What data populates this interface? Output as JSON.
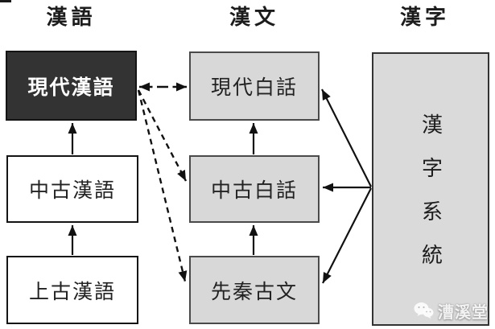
{
  "diagram": {
    "column_headers": {
      "left": {
        "label": "漢語"
      },
      "middle": {
        "label": "漢文"
      },
      "right": {
        "label": "漢字"
      }
    },
    "nodes": {
      "modern_chinese": {
        "label": "現代漢語"
      },
      "middle_chinese": {
        "label": "中古漢語"
      },
      "old_chinese": {
        "label": "上古漢語"
      },
      "modern_vernacular": {
        "label": "現代白話"
      },
      "middle_vernacular": {
        "label": "中古白話"
      },
      "preqin_classical": {
        "label": "先秦古文"
      },
      "character_system": {
        "label": "漢字系統"
      }
    },
    "edges": [
      {
        "from": "old_chinese",
        "to": "middle_chinese",
        "style": "solid",
        "heads": "end"
      },
      {
        "from": "middle_chinese",
        "to": "modern_chinese",
        "style": "solid",
        "heads": "end"
      },
      {
        "from": "preqin_classical",
        "to": "middle_vernacular",
        "style": "solid",
        "heads": "end"
      },
      {
        "from": "middle_vernacular",
        "to": "modern_vernacular",
        "style": "solid",
        "heads": "end"
      },
      {
        "from": "character_system",
        "to": "modern_vernacular",
        "style": "solid",
        "heads": "end"
      },
      {
        "from": "character_system",
        "to": "middle_vernacular",
        "style": "solid",
        "heads": "end"
      },
      {
        "from": "character_system",
        "to": "preqin_classical",
        "style": "solid",
        "heads": "end"
      },
      {
        "from": "modern_chinese",
        "to": "modern_vernacular",
        "style": "dashed",
        "heads": "both"
      },
      {
        "from": "modern_chinese",
        "to": "middle_vernacular",
        "style": "dashed",
        "heads": "end"
      },
      {
        "from": "modern_chinese",
        "to": "preqin_classical",
        "style": "dashed",
        "heads": "end"
      }
    ],
    "colors": {
      "highlight_node_bg": "#333333",
      "highlight_node_text": "#ffffff",
      "gray_node_bg": "#d8d8d8",
      "white_node_bg": "#ffffff",
      "border": "#141414",
      "arrow": "#111111",
      "background": "#ffffff"
    },
    "watermark": {
      "label": "漕溪堂",
      "icon": "wechat-icon"
    }
  }
}
